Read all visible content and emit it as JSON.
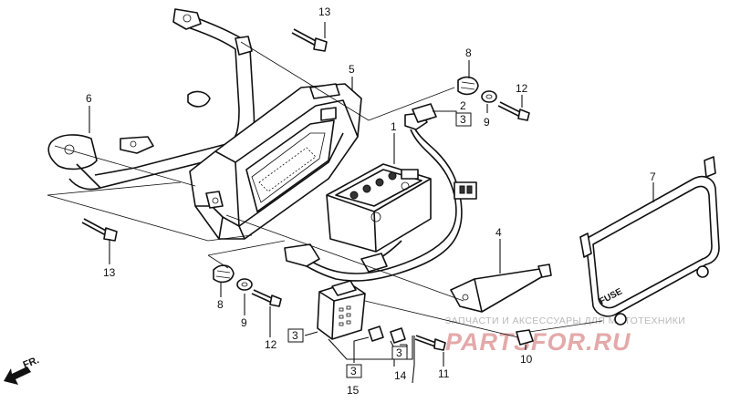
{
  "labels": {
    "p1": "1",
    "p2": "2",
    "p3_a": "3",
    "p3_b": "3",
    "p3_c": "3",
    "p3_d": "3",
    "p4": "4",
    "p5": "5",
    "p6": "6",
    "p7": "7",
    "p8_a": "8",
    "p8_b": "8",
    "p9_a": "9",
    "p9_b": "9",
    "p10": "10",
    "p11": "11",
    "p12_a": "12",
    "p12_b": "12",
    "p13_a": "13",
    "p13_b": "13",
    "p14": "14",
    "p15": "15"
  },
  "part_texts": {
    "fuse_cover": "FUSE",
    "front_arrow": "FR."
  },
  "watermark": {
    "line1": "ЗАПЧАСТИ И АКСЕССУАРЫ ДЛЯ МОТОТЕХНИКИ",
    "line2": "PARTSFOR.RU"
  }
}
